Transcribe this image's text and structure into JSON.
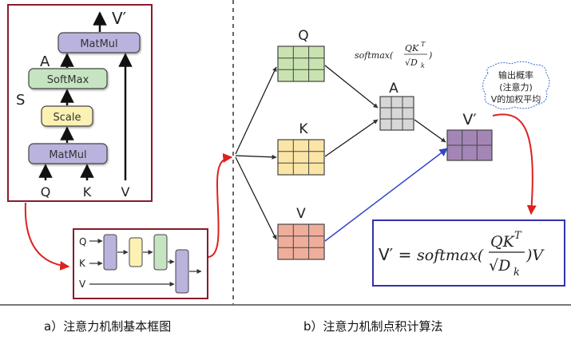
{
  "left_diagram": {
    "matmul_top": "MatMul",
    "softmax": "SoftMax",
    "scale": "Scale",
    "matmul_bottom": "MatMul",
    "label_v_prime": "V′",
    "label_a": "A",
    "label_s": "S",
    "input_q": "Q",
    "input_k": "K",
    "input_v": "V"
  },
  "mini_diagram": {
    "input_q": "Q",
    "input_k": "K",
    "input_v": "V"
  },
  "right_diagram": {
    "matrix_q": "Q",
    "matrix_k": "K",
    "matrix_v": "V",
    "matrix_a": "A",
    "output_v_prime": "V′",
    "softmax_label": {
      "prefix": "softmax(",
      "numerator": "QK",
      "superscript": "T",
      "denominator": "√D",
      "subscript": "k",
      "suffix": ")"
    },
    "note_lines": [
      "输出概率",
      "(注意力)",
      "V的加权平均"
    ],
    "formula": {
      "lhs": "V′ =",
      "func": "softmax(",
      "numerator": "QK",
      "superscript": "T",
      "denominator": "√D",
      "subscript": "k",
      "tail": ")V"
    }
  },
  "captions": {
    "a": "a）注意力机制基本框图",
    "b": "b）注意力机制点积计算法"
  },
  "colors": {
    "frame_red": "#8b1a2b",
    "arrow_red": "#e02020",
    "arrow_blue": "#3344cc",
    "formula_border": "#3333aa",
    "q_fill": "#c9e3b0",
    "k_fill": "#fbe5a6",
    "v_fill": "#eeae9b",
    "a_fill": "#d7d7d7",
    "vp_fill": "#a386b6",
    "matmul_fill": "#b9b3de",
    "softmax_fill": "#c6e4c1",
    "scale_fill": "#fbf1b3"
  }
}
